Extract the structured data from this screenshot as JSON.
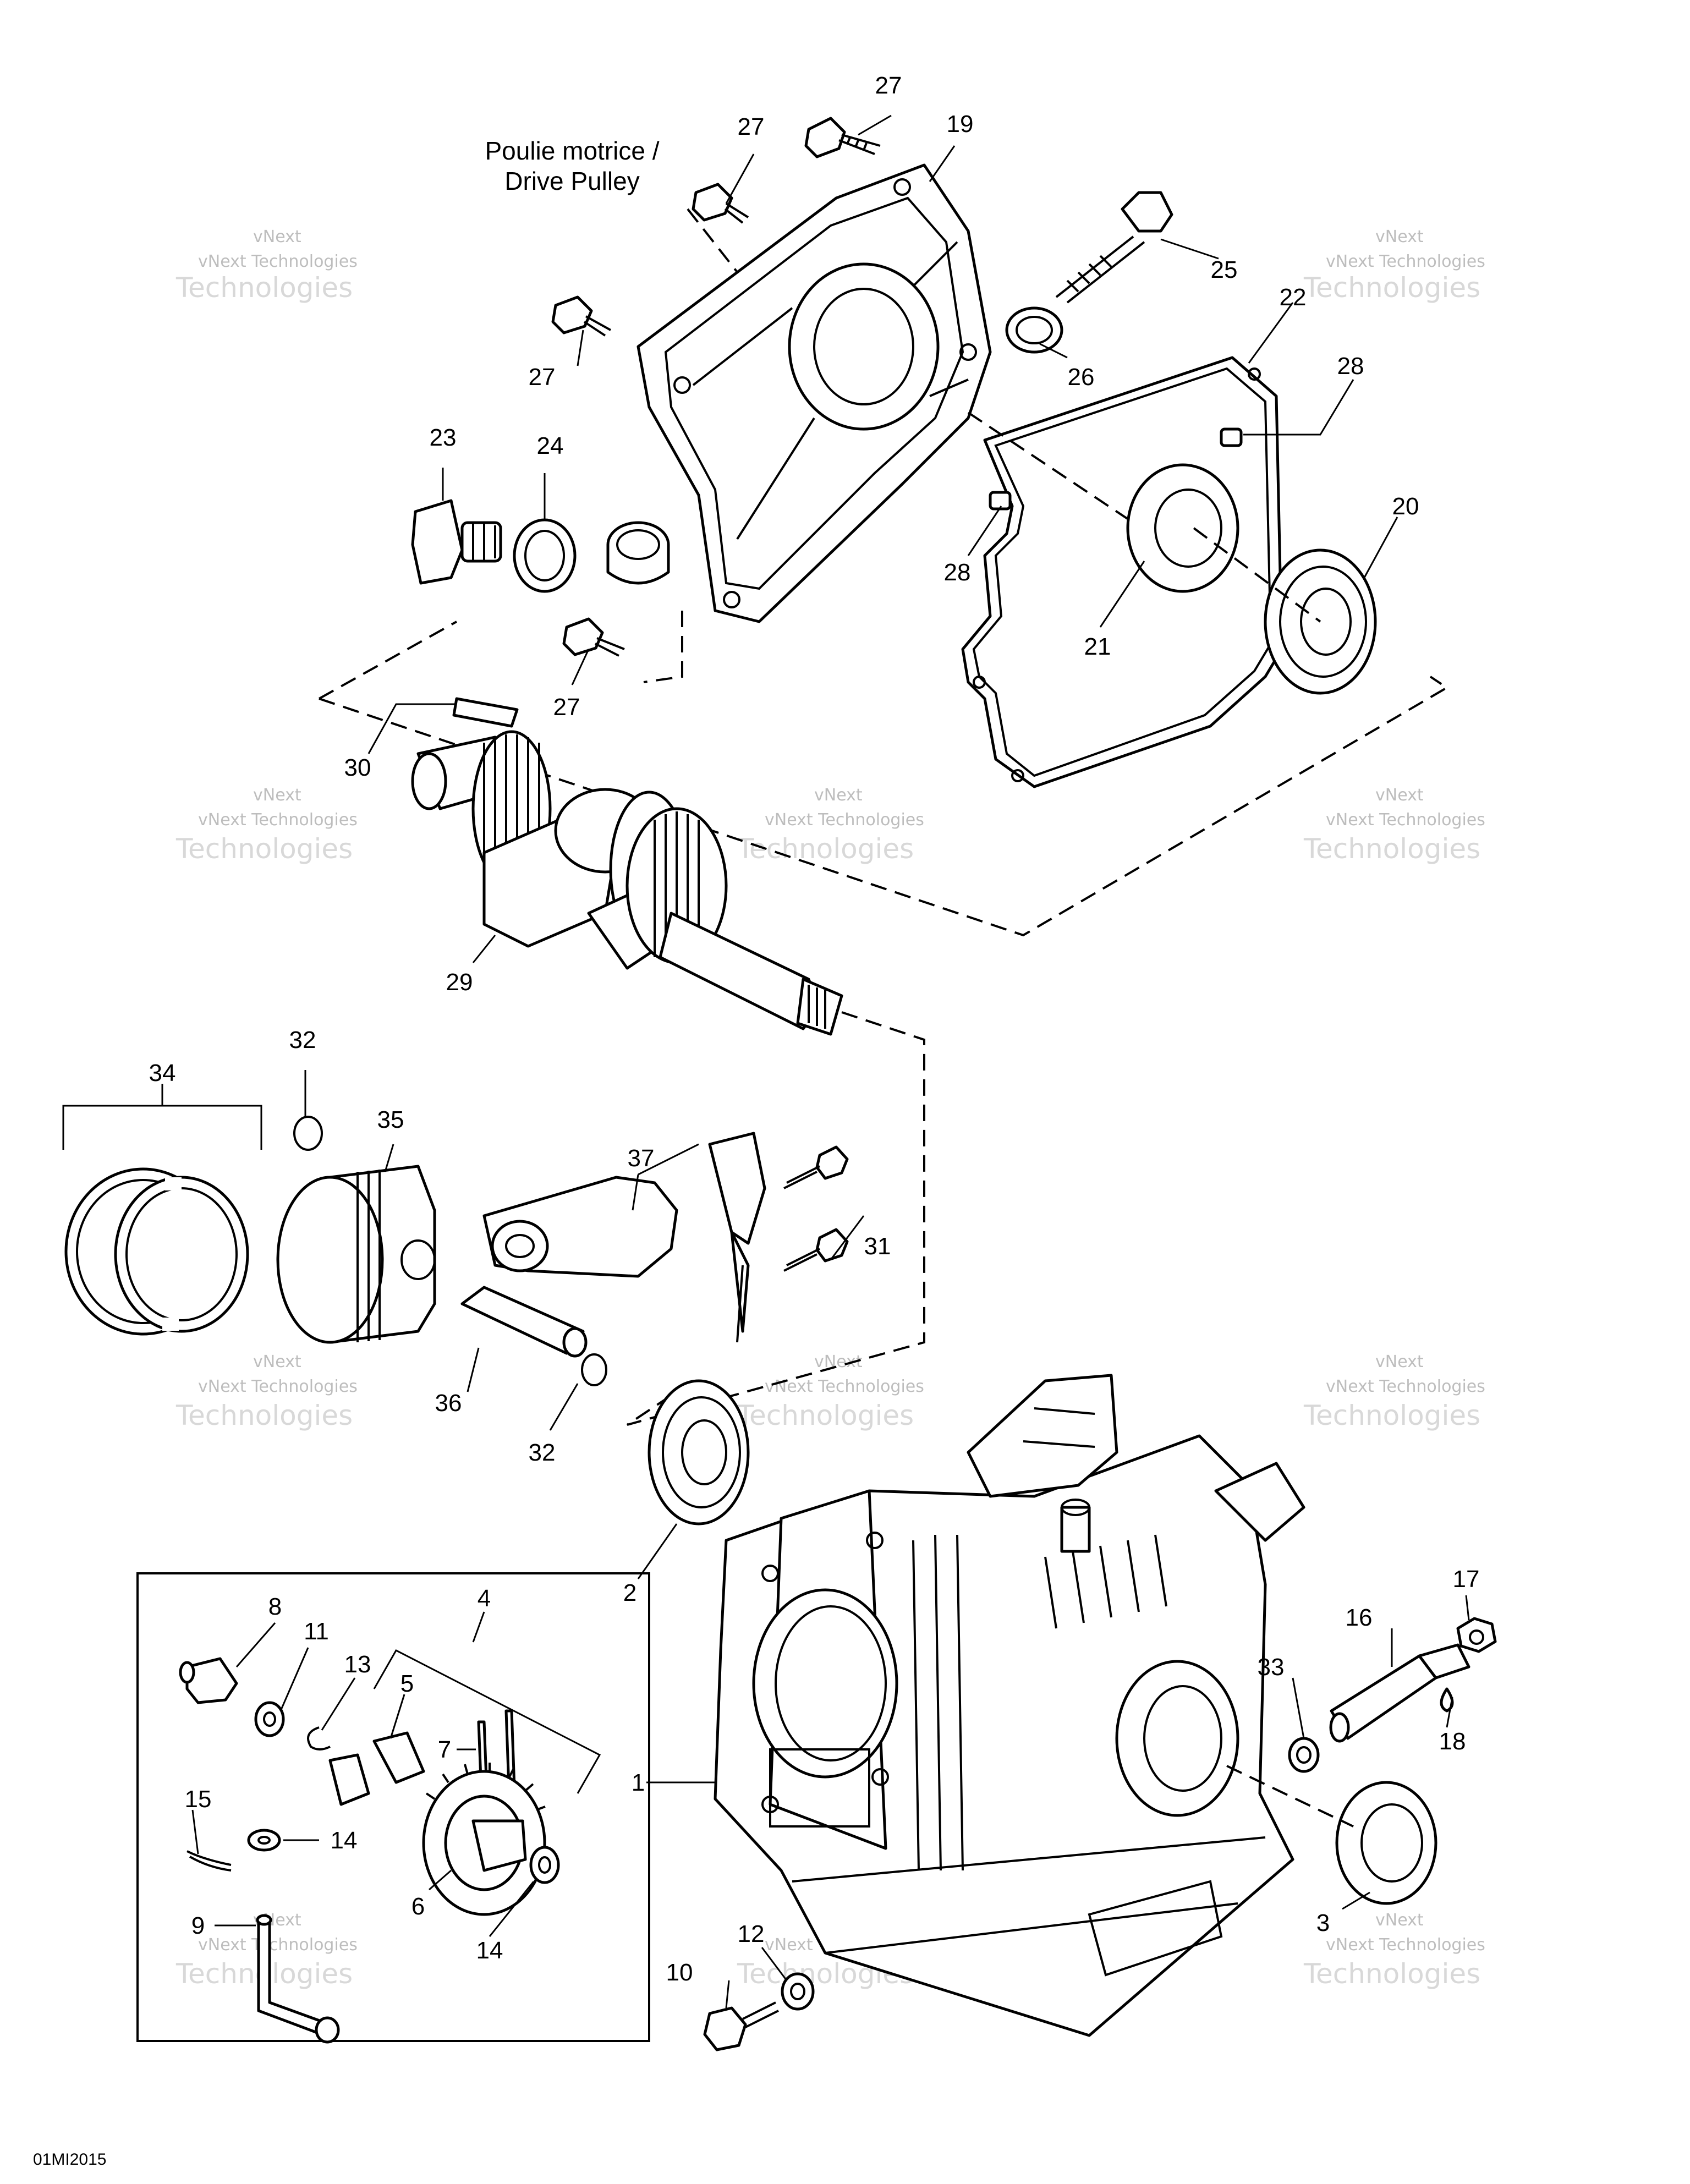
{
  "caption": [
    "Poulie motrice /",
    "Drive Pulley"
  ],
  "drawing_code": "01MI2015",
  "watermark": {
    "line1": "vNext",
    "line2": "vNext Technologies",
    "line3": "Technologies"
  },
  "labels": {
    "l1": "1",
    "l2": "2",
    "l3": "3",
    "l4": "4",
    "l5": "5",
    "l6": "6",
    "l7": "7",
    "l8": "8",
    "l9": "9",
    "l10": "10",
    "l11": "11",
    "l12": "12",
    "l13": "13",
    "l14a": "14",
    "l14b": "14",
    "l15": "15",
    "l16": "16",
    "l17": "17",
    "l18": "18",
    "l19": "19",
    "l20": "20",
    "l21": "21",
    "l22": "22",
    "l23": "23",
    "l24": "24",
    "l25": "25",
    "l26": "26",
    "l27a": "27",
    "l27b": "27",
    "l27c": "27",
    "l27d": "27",
    "l28a": "28",
    "l28b": "28",
    "l29": "29",
    "l30": "30",
    "l31": "31",
    "l32a": "32",
    "l32b": "32",
    "l33": "33",
    "l34": "34",
    "l35": "35",
    "l36": "36",
    "l37": "37"
  }
}
